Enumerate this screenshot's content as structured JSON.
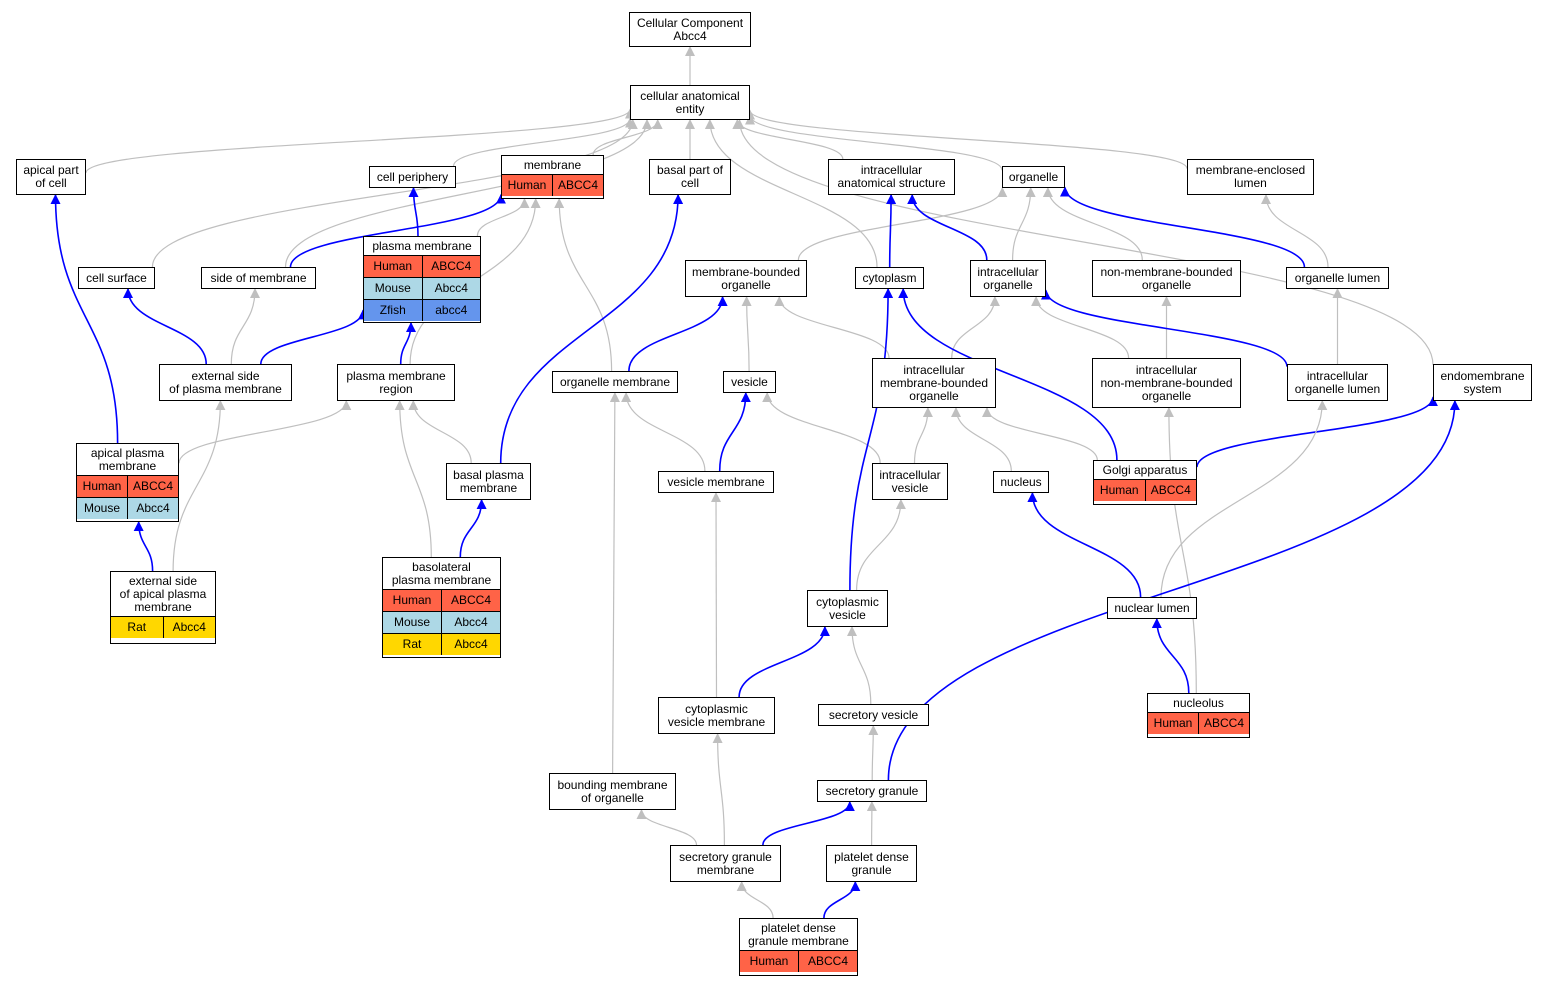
{
  "colors": {
    "gray_edge": "#bfbfbf",
    "blue_edge": "#0000ff",
    "Human": "#ff6347",
    "Mouse": "#add8e6",
    "Zfish": "#6495ed",
    "Rat": "#ffd700"
  },
  "nodes": [
    {
      "id": "root",
      "label": "Cellular Component\nAbcc4"
    },
    {
      "id": "cae",
      "label": "cellular anatomical\nentity"
    },
    {
      "id": "apical_part",
      "label": "apical part\nof cell"
    },
    {
      "id": "cell_periphery",
      "label": "cell periphery"
    },
    {
      "id": "membrane",
      "label": "membrane",
      "orthologs": [
        [
          "Human",
          "ABCC4"
        ]
      ]
    },
    {
      "id": "basal_part",
      "label": "basal part of\ncell"
    },
    {
      "id": "ias",
      "label": "intracellular\nanatomical structure"
    },
    {
      "id": "organelle",
      "label": "organelle"
    },
    {
      "id": "mel",
      "label": "membrane-enclosed\nlumen"
    },
    {
      "id": "cell_surface",
      "label": "cell surface"
    },
    {
      "id": "side_membrane",
      "label": "side of membrane"
    },
    {
      "id": "plasma_membrane",
      "label": "plasma membrane",
      "orthologs": [
        [
          "Human",
          "ABCC4"
        ],
        [
          "Mouse",
          "Abcc4"
        ],
        [
          "Zfish",
          "abcc4"
        ]
      ]
    },
    {
      "id": "mbo",
      "label": "membrane-bounded\norganelle"
    },
    {
      "id": "cytoplasm",
      "label": "cytoplasm"
    },
    {
      "id": "intra_org",
      "label": "intracellular\norganelle"
    },
    {
      "id": "nmbo",
      "label": "non-membrane-bounded\norganelle"
    },
    {
      "id": "org_lumen",
      "label": "organelle lumen"
    },
    {
      "id": "ext_side_pm",
      "label": "external side\nof plasma membrane"
    },
    {
      "id": "pm_region",
      "label": "plasma membrane\nregion"
    },
    {
      "id": "org_membrane",
      "label": "organelle membrane"
    },
    {
      "id": "vesicle",
      "label": "vesicle"
    },
    {
      "id": "imbo",
      "label": "intracellular\nmembrane-bounded\norganelle"
    },
    {
      "id": "inmbo",
      "label": "intracellular\nnon-membrane-bounded\norganelle"
    },
    {
      "id": "iol",
      "label": "intracellular\norganelle lumen"
    },
    {
      "id": "endomembrane",
      "label": "endomembrane\nsystem"
    },
    {
      "id": "apical_pm",
      "label": "apical plasma\nmembrane",
      "orthologs": [
        [
          "Human",
          "ABCC4"
        ],
        [
          "Mouse",
          "Abcc4"
        ]
      ]
    },
    {
      "id": "basal_pm",
      "label": "basal plasma\nmembrane"
    },
    {
      "id": "vesicle_membrane",
      "label": "vesicle membrane"
    },
    {
      "id": "intra_vesicle",
      "label": "intracellular\nvesicle"
    },
    {
      "id": "nucleus",
      "label": "nucleus"
    },
    {
      "id": "golgi",
      "label": "Golgi apparatus",
      "orthologs": [
        [
          "Human",
          "ABCC4"
        ]
      ]
    },
    {
      "id": "ext_apical",
      "label": "external side\nof apical plasma\nmembrane",
      "orthologs": [
        [
          "Rat",
          "Abcc4"
        ]
      ]
    },
    {
      "id": "basolateral",
      "label": "basolateral\nplasma membrane",
      "orthologs": [
        [
          "Human",
          "ABCC4"
        ],
        [
          "Mouse",
          "Abcc4"
        ],
        [
          "Rat",
          "Abcc4"
        ]
      ]
    },
    {
      "id": "cyto_vesicle",
      "label": "cytoplasmic\nvesicle"
    },
    {
      "id": "nuclear_lumen",
      "label": "nuclear lumen"
    },
    {
      "id": "cvm",
      "label": "cytoplasmic\nvesicle membrane"
    },
    {
      "id": "secretory_vesicle",
      "label": "secretory vesicle"
    },
    {
      "id": "nucleolus",
      "label": "nucleolus",
      "orthologs": [
        [
          "Human",
          "ABCC4"
        ]
      ]
    },
    {
      "id": "bounding_membrane",
      "label": "bounding membrane\nof organelle"
    },
    {
      "id": "secretory_granule",
      "label": "secretory granule"
    },
    {
      "id": "sgm",
      "label": "secretory granule\nmembrane"
    },
    {
      "id": "pdg",
      "label": "platelet dense\ngranule"
    },
    {
      "id": "pdgm",
      "label": "platelet dense\ngranule membrane",
      "orthologs": [
        [
          "Human",
          "ABCC4"
        ]
      ]
    }
  ],
  "edges": [
    {
      "from": "cae",
      "to": "root",
      "type": "gray"
    },
    {
      "from": "apical_part",
      "to": "cae",
      "type": "gray"
    },
    {
      "from": "cell_periphery",
      "to": "cae",
      "type": "gray"
    },
    {
      "from": "membrane",
      "to": "cae",
      "type": "gray"
    },
    {
      "from": "basal_part",
      "to": "cae",
      "type": "gray"
    },
    {
      "from": "ias",
      "to": "cae",
      "type": "gray"
    },
    {
      "from": "organelle",
      "to": "cae",
      "type": "gray"
    },
    {
      "from": "mel",
      "to": "cae",
      "type": "gray"
    },
    {
      "from": "endomembrane",
      "to": "cae",
      "type": "gray"
    },
    {
      "from": "cell_surface",
      "to": "cae",
      "type": "gray"
    },
    {
      "from": "side_membrane",
      "to": "cae",
      "type": "gray"
    },
    {
      "from": "cytoplasm",
      "to": "cae",
      "type": "gray"
    },
    {
      "from": "plasma_membrane",
      "to": "cell_periphery",
      "type": "blue"
    },
    {
      "from": "plasma_membrane",
      "to": "membrane",
      "type": "gray"
    },
    {
      "from": "side_membrane",
      "to": "membrane",
      "type": "blue"
    },
    {
      "from": "ext_side_pm",
      "to": "cell_surface",
      "type": "blue"
    },
    {
      "from": "ext_side_pm",
      "to": "side_membrane",
      "type": "gray"
    },
    {
      "from": "ext_side_pm",
      "to": "plasma_membrane",
      "type": "blue"
    },
    {
      "from": "pm_region",
      "to": "plasma_membrane",
      "type": "blue"
    },
    {
      "from": "pm_region",
      "to": "membrane",
      "type": "gray"
    },
    {
      "from": "org_membrane",
      "to": "membrane",
      "type": "gray"
    },
    {
      "from": "basal_pm",
      "to": "basal_part",
      "type": "blue"
    },
    {
      "from": "mbo",
      "to": "organelle",
      "type": "gray"
    },
    {
      "from": "cytoplasm",
      "to": "ias",
      "type": "blue"
    },
    {
      "from": "intra_org",
      "to": "ias",
      "type": "blue"
    },
    {
      "from": "intra_org",
      "to": "organelle",
      "type": "gray"
    },
    {
      "from": "nmbo",
      "to": "organelle",
      "type": "gray"
    },
    {
      "from": "org_lumen",
      "to": "organelle",
      "type": "blue"
    },
    {
      "from": "org_lumen",
      "to": "mel",
      "type": "gray"
    },
    {
      "from": "org_membrane",
      "to": "mbo",
      "type": "blue"
    },
    {
      "from": "vesicle",
      "to": "mbo",
      "type": "gray"
    },
    {
      "from": "imbo",
      "to": "mbo",
      "type": "gray"
    },
    {
      "from": "imbo",
      "to": "intra_org",
      "type": "gray"
    },
    {
      "from": "inmbo",
      "to": "nmbo",
      "type": "gray"
    },
    {
      "from": "inmbo",
      "to": "intra_org",
      "type": "gray"
    },
    {
      "from": "iol",
      "to": "intra_org",
      "type": "blue"
    },
    {
      "from": "iol",
      "to": "org_lumen",
      "type": "gray"
    },
    {
      "from": "apical_pm",
      "to": "apical_part",
      "type": "blue"
    },
    {
      "from": "apical_pm",
      "to": "pm_region",
      "type": "gray"
    },
    {
      "from": "basal_pm",
      "to": "pm_region",
      "type": "gray"
    },
    {
      "from": "basolateral",
      "to": "pm_region",
      "type": "gray"
    },
    {
      "from": "basolateral",
      "to": "basal_pm",
      "type": "blue"
    },
    {
      "from": "ext_apical",
      "to": "apical_pm",
      "type": "blue"
    },
    {
      "from": "ext_apical",
      "to": "ext_side_pm",
      "type": "gray"
    },
    {
      "from": "vesicle_membrane",
      "to": "org_membrane",
      "type": "gray"
    },
    {
      "from": "vesicle_membrane",
      "to": "vesicle",
      "type": "blue"
    },
    {
      "from": "intra_vesicle",
      "to": "vesicle",
      "type": "gray"
    },
    {
      "from": "intra_vesicle",
      "to": "imbo",
      "type": "gray"
    },
    {
      "from": "nucleus",
      "to": "imbo",
      "type": "gray"
    },
    {
      "from": "golgi",
      "to": "imbo",
      "type": "gray"
    },
    {
      "from": "golgi",
      "to": "cytoplasm",
      "type": "blue"
    },
    {
      "from": "golgi",
      "to": "endomembrane",
      "type": "blue"
    },
    {
      "from": "cyto_vesicle",
      "to": "cytoplasm",
      "type": "blue"
    },
    {
      "from": "cyto_vesicle",
      "to": "intra_vesicle",
      "type": "gray"
    },
    {
      "from": "nuclear_lumen",
      "to": "nucleus",
      "type": "blue"
    },
    {
      "from": "nuclear_lumen",
      "to": "iol",
      "type": "gray"
    },
    {
      "from": "nucleolus",
      "to": "nuclear_lumen",
      "type": "blue"
    },
    {
      "from": "nucleolus",
      "to": "inmbo",
      "type": "gray"
    },
    {
      "from": "cvm",
      "to": "cyto_vesicle",
      "type": "blue"
    },
    {
      "from": "cvm",
      "to": "vesicle_membrane",
      "type": "gray"
    },
    {
      "from": "secretory_vesicle",
      "to": "cyto_vesicle",
      "type": "gray"
    },
    {
      "from": "bounding_membrane",
      "to": "org_membrane",
      "type": "gray"
    },
    {
      "from": "secretory_granule",
      "to": "secretory_vesicle",
      "type": "gray"
    },
    {
      "from": "secretory_granule",
      "to": "endomembrane",
      "type": "blue"
    },
    {
      "from": "sgm",
      "to": "bounding_membrane",
      "type": "gray"
    },
    {
      "from": "sgm",
      "to": "cvm",
      "type": "gray"
    },
    {
      "from": "sgm",
      "to": "secretory_granule",
      "type": "blue"
    },
    {
      "from": "pdg",
      "to": "secretory_granule",
      "type": "gray"
    },
    {
      "from": "pdgm",
      "to": "sgm",
      "type": "gray"
    },
    {
      "from": "pdgm",
      "to": "pdg",
      "type": "blue"
    }
  ]
}
